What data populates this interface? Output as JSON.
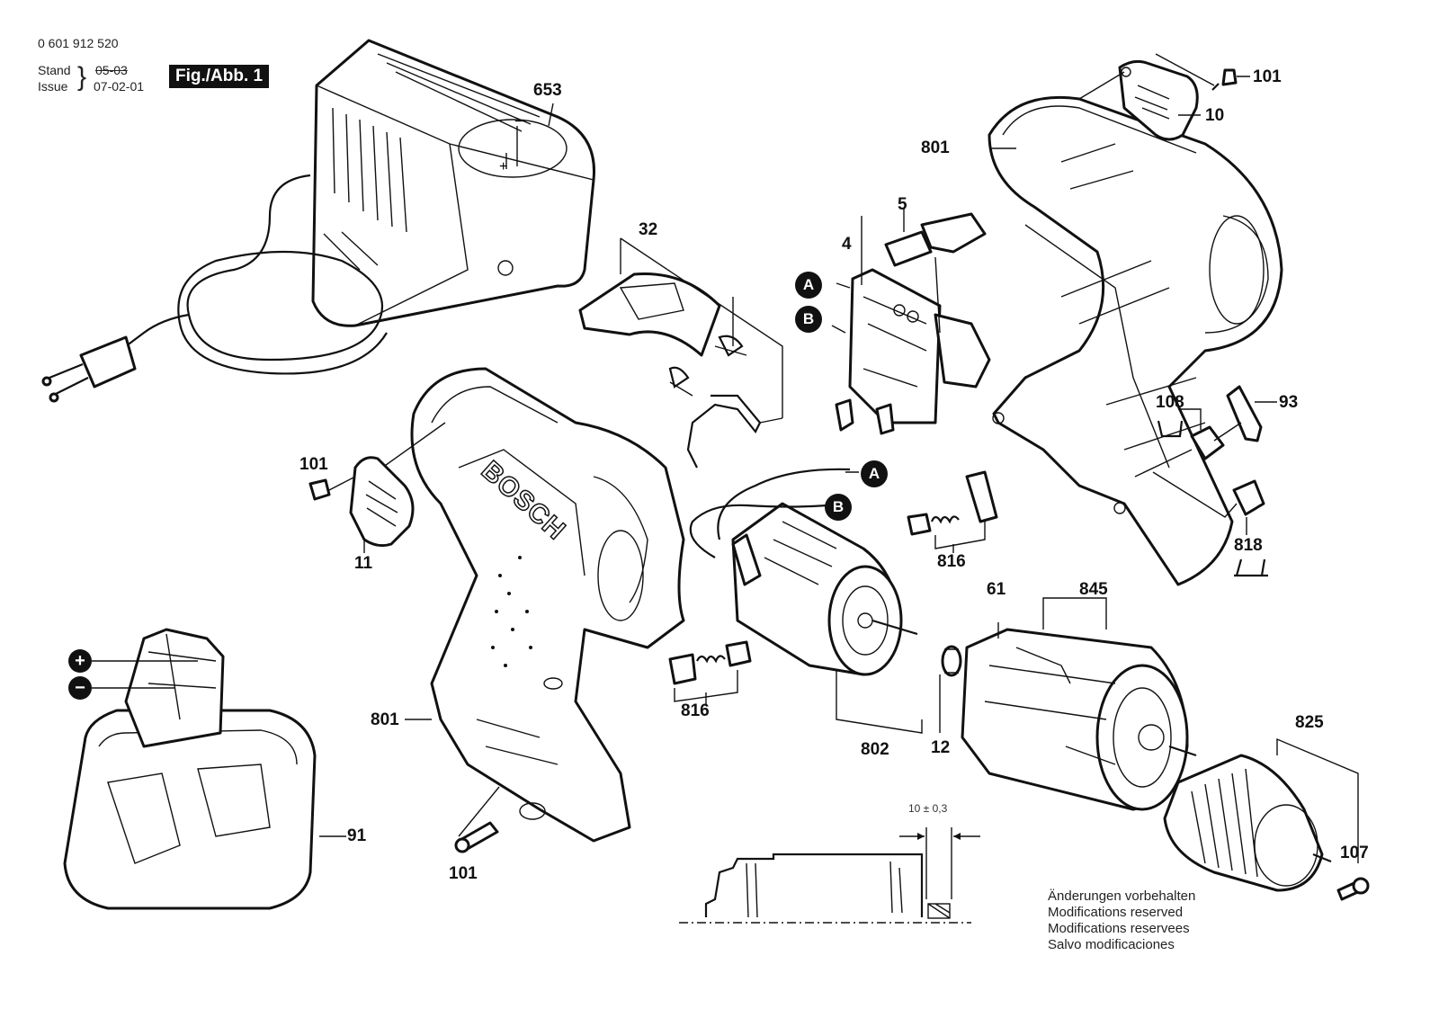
{
  "header": {
    "part_number": "0 601 912 520",
    "stand_label": "Stand",
    "issue_label": "Issue",
    "old_date": "05-03",
    "issue_date": "07-02-01",
    "figure_label": "Fig./Abb. 1"
  },
  "brand_wordmark": "BOSCH",
  "parts": {
    "charger": "653",
    "cover_32": "32",
    "switch": "4",
    "trigger": "5",
    "housing_right": "801",
    "screw_top": "101",
    "end_cap_top": "10",
    "clip": "108",
    "bit": "93",
    "spring_clip": "818",
    "screw_left": "101",
    "end_cap_left": "11",
    "housing_left": "801",
    "screw_bottom": "101",
    "battery": "91",
    "brush_upper": "816",
    "brush_lower": "816",
    "motor": "802",
    "pinion": "12",
    "gearbox_ring": "61",
    "gearbox": "845",
    "chuck": "825",
    "chuck_screw": "107"
  },
  "connectors": {
    "a": "A",
    "b": "B",
    "plus": "+",
    "minus": "−"
  },
  "dimension": "10 ± 0,3",
  "notes": [
    "Änderungen vorbehalten",
    "Modifications reserved",
    "Modifications reservees",
    "Salvo modificaciones"
  ]
}
